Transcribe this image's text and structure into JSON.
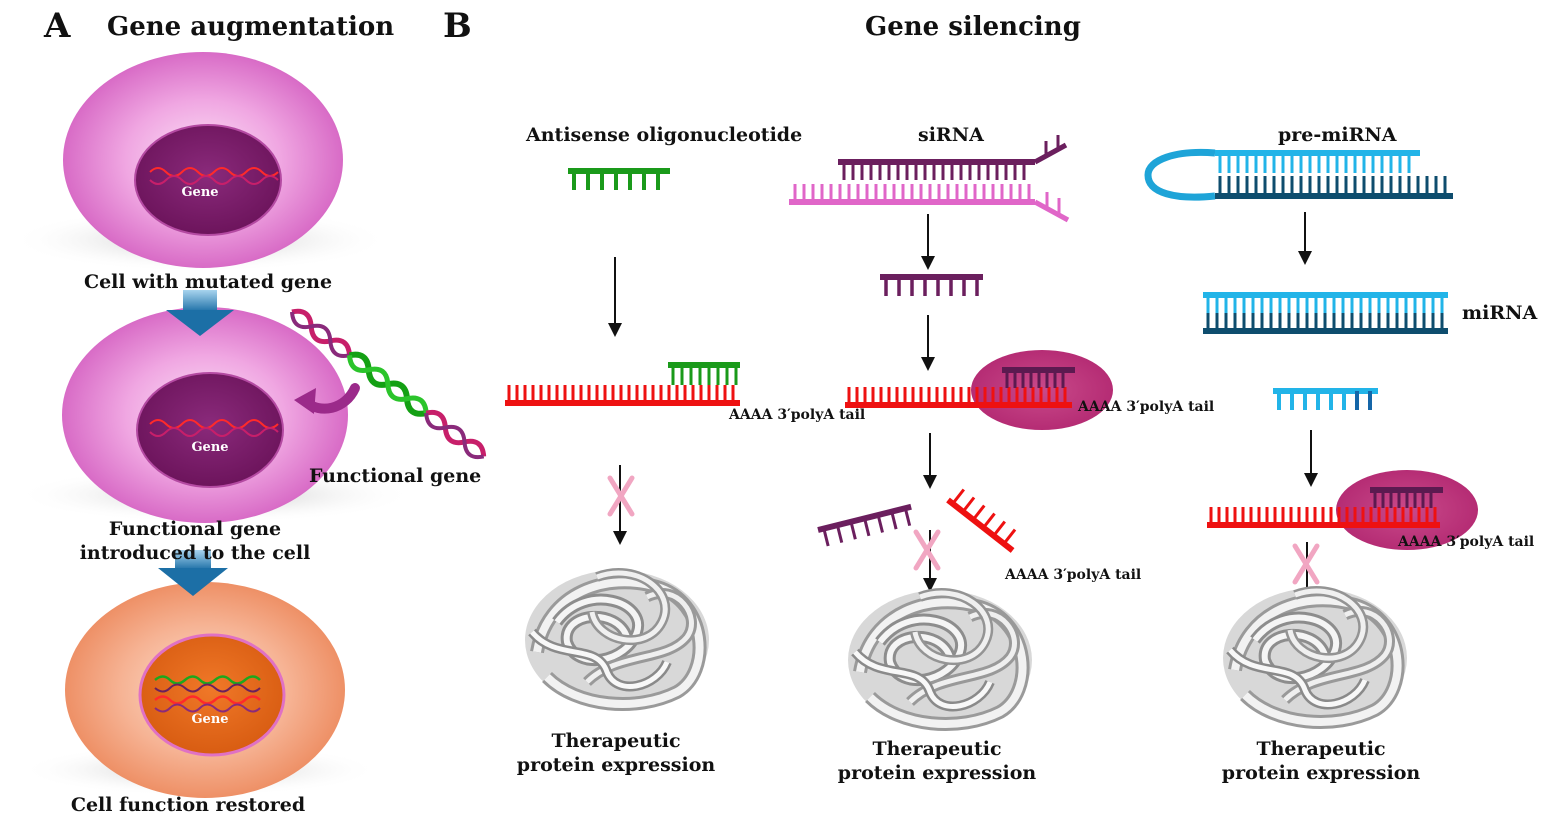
{
  "panel_a": {
    "letter": "A",
    "title": "Gene augmentation",
    "cell1_label": "Cell with mutated gene",
    "cell2_label_line1": "Functional gene",
    "cell2_label_line2": "introduced to the cell",
    "cell3_label": "Cell function restored",
    "functional_gene_label": "Functional gene",
    "gene_label": "Gene"
  },
  "panel_b": {
    "letter": "B",
    "title": "Gene silencing",
    "aso_label": "Antisense oligonucleotide",
    "sirna_label": "siRNA",
    "premirna_label": "pre-miRNA",
    "mirna_label": "miRNA",
    "polya_label": "AAAA 3′polyA tail",
    "outcome_line1": "Therapeutic",
    "outcome_line2": "protein expression"
  },
  "colors": {
    "cell_pink": "#e88ad6",
    "nucleus_purple": "#7a1a6b",
    "cell_orange": "#f3a27d",
    "nucleus_orange": "#e8630f",
    "aso_green": "#1a9a1a",
    "mrna_red": "#ee1111",
    "sirna_purple": "#6b1f5e",
    "sirna_pink": "#e066c8",
    "mirna_light_blue": "#22b4e8",
    "mirna_dark_blue": "#0e4d6e",
    "risc_magenta": "#c2357f",
    "block_x_pink": "#f1a6c2"
  }
}
